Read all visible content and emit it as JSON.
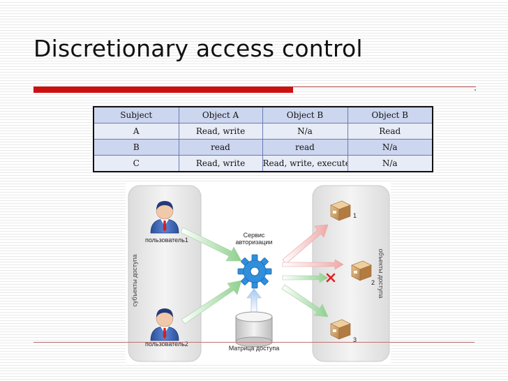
{
  "slide": {
    "title": "Discretionary access control"
  },
  "table": {
    "headers": [
      "Subject",
      "Object A",
      "Object B",
      "Object B"
    ],
    "rows": [
      [
        "A",
        "Read, write",
        "N/a",
        "Read"
      ],
      [
        "B",
        "read",
        "read",
        "N/a"
      ],
      [
        "C",
        "Read, write",
        "Read, write, execute",
        "N/a"
      ]
    ]
  },
  "diagram": {
    "user1_label": "пользователь1",
    "user2_label": "пользователь2",
    "subjects_label": "субъекты доступа",
    "objects_label": "объекты доступа",
    "service_label_line1": "Сервис",
    "service_label_line2": "авторизации",
    "matrix_label": "Матрица доступа",
    "object_numbers": [
      "1",
      "2",
      "3"
    ],
    "colors": {
      "accent_red": "#cc1010",
      "gear_blue": "#2f8fdd",
      "arrow_green": "#8fd08f",
      "arrow_pink": "#f0a8a8",
      "arrow_blue": "#a8c8f0",
      "deny_red": "#e02020"
    }
  }
}
